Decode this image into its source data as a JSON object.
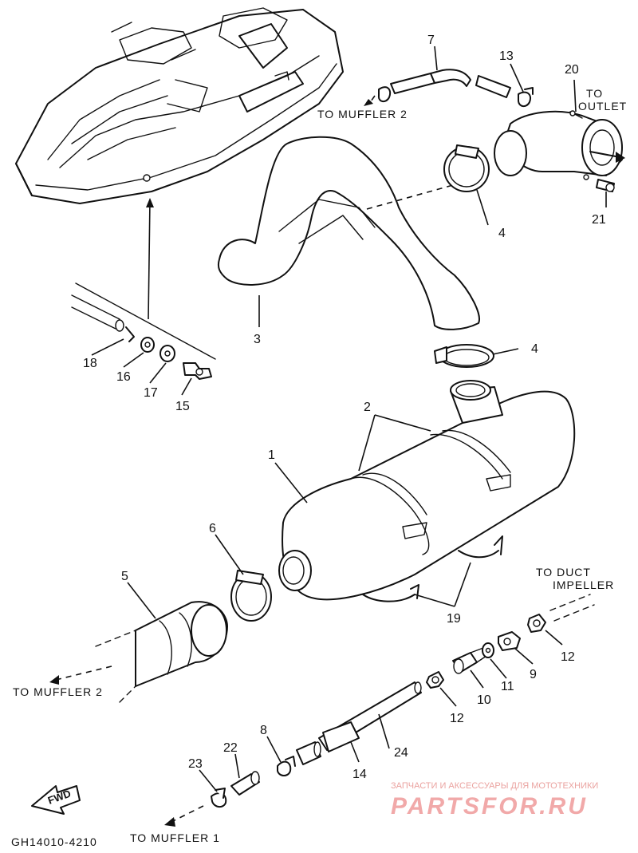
{
  "diagram_code": "GH14010-4210",
  "direction_label": "FWD",
  "watermark": {
    "caption": "ЗАПЧАСТИ И АКСЕССУАРЫ ДЛЯ МОТОТЕХНИКИ",
    "brand": "PARTSFOR.RU"
  },
  "destinations": {
    "to_muffler_2_top": "TO MUFFLER 2",
    "to_outlet_line1": "TO",
    "to_outlet_line2": "OUTLET",
    "to_duct_line1": "TO DUCT",
    "to_duct_line2": "IMPELLER",
    "to_muffler_2_left": "TO MUFFLER 2",
    "to_muffler_1": "TO MUFFLER 1"
  },
  "callouts": {
    "p1": "1",
    "p2": "2",
    "p3": "3",
    "p4a": "4",
    "p4b": "4",
    "p5": "5",
    "p6": "6",
    "p7": "7",
    "p8": "8",
    "p9": "9",
    "p10": "10",
    "p11": "11",
    "p12a": "12",
    "p12b": "12",
    "p13": "13",
    "p14": "14",
    "p15": "15",
    "p16": "16",
    "p17": "17",
    "p18": "18",
    "p19": "19",
    "p20": "20",
    "p21": "21",
    "p22": "22",
    "p23": "23",
    "p24": "24"
  }
}
